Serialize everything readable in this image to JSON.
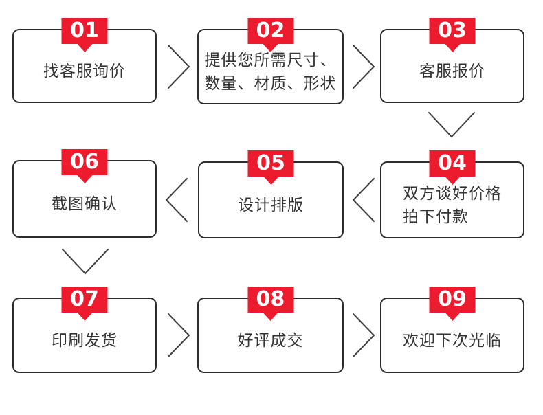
{
  "colors": {
    "accent": "#ed1b2e",
    "border": "#2d2d2d",
    "text": "#333333",
    "arrow": "#3f3f3f",
    "badge_text": "#ffffff",
    "background": "#ffffff"
  },
  "steps": [
    {
      "number": "01",
      "text": "找客服询价"
    },
    {
      "number": "02",
      "text": "提供您所需尺寸、\n数量、材质、形状"
    },
    {
      "number": "03",
      "text": "客服报价"
    },
    {
      "number": "04",
      "text": "双方谈好价格\n拍下付款"
    },
    {
      "number": "05",
      "text": "设计排版"
    },
    {
      "number": "06",
      "text": "截图确认"
    },
    {
      "number": "07",
      "text": "印刷发货"
    },
    {
      "number": "08",
      "text": "好评成交"
    },
    {
      "number": "09",
      "text": "欢迎下次光临"
    }
  ]
}
